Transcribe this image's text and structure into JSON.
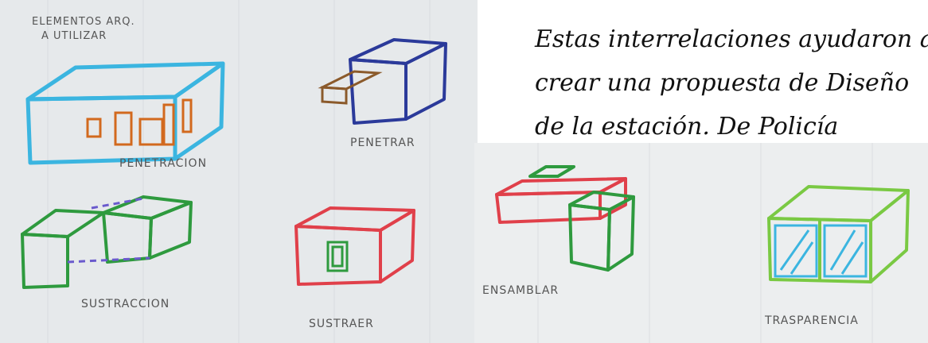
{
  "left_sketch": {
    "heading_line1": "ELEMENTOS ARQ.",
    "heading_line2": "A UTILIZAR",
    "labels": {
      "penetracion": "PENETRACION",
      "penetrar": "PENETRAR",
      "sustraccion": "SUSTRACCION",
      "sustraer": "SUSTRAER"
    }
  },
  "right_sketch": {
    "labels": {
      "ensamblar": "ENSAMBLAR",
      "trasparencia": "TRASPARENCIA"
    }
  },
  "note": {
    "line1": "Estas interrelaciones ayudaron a",
    "line2": "crear una propuesta de Diseño",
    "line3": "de la estación. De Policía"
  },
  "colors": {
    "cyan": "#3bb5e0",
    "orange": "#d2691e",
    "navy": "#2b3a9a",
    "brown": "#8b5a2b",
    "green": "#2e9a3e",
    "red": "#e0404a",
    "purple_dash": "#6a5acd",
    "lime": "#7ac943"
  }
}
